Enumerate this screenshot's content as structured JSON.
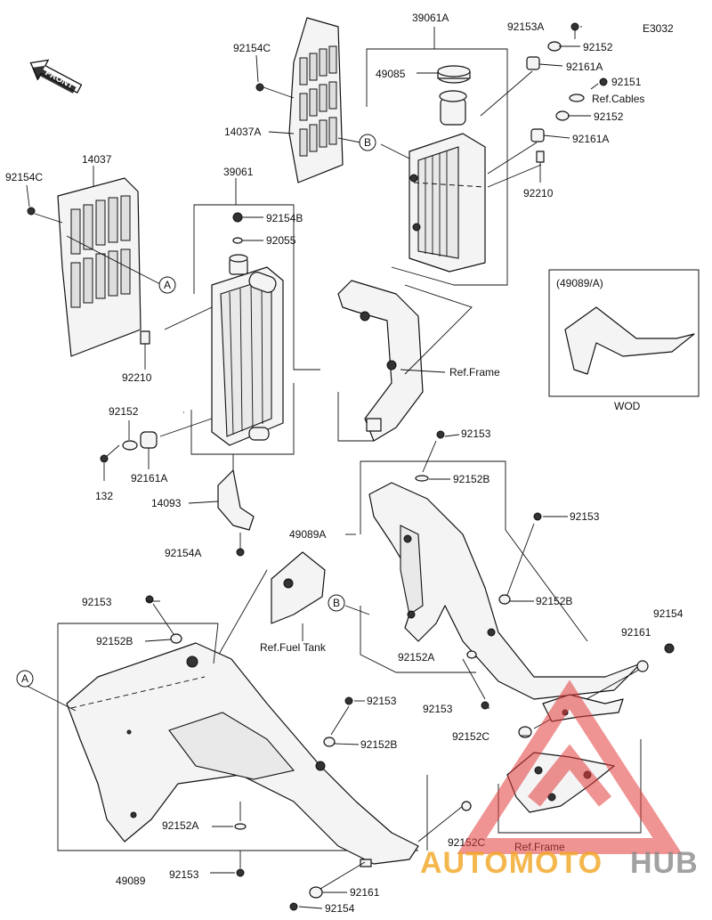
{
  "diagram_code": "E3032",
  "front_label": "FRONT",
  "callouts": {
    "A": "A",
    "B": "B"
  },
  "labels": {
    "p39061A": "39061A",
    "p92153A": "92153A",
    "p92152_top1": "92152",
    "p92154C_top": "92154C",
    "p49085": "49085",
    "p92161A_top1": "92161A",
    "p92151": "92151",
    "ref_cables": "Ref.Cables",
    "p92152_top2": "92152",
    "p14037A": "14037A",
    "p92161A_top2": "92161A",
    "p14037": "14037",
    "p92154C_left": "92154C",
    "p39061": "39061",
    "p92210_right": "92210",
    "p92154B": "92154B",
    "p92055": "92055",
    "inset_title": "(49089/A)",
    "inset_footer": "WOD",
    "ref_frame_1": "Ref.Frame",
    "p92210_left": "92210",
    "p92152_left": "92152",
    "p92153_mid1": "92153",
    "p132": "132",
    "p92161A_left": "92161A",
    "p92152B_mid1": "92152B",
    "p14093": "14093",
    "p92153_mid2": "92153",
    "p49089A": "49089A",
    "p92154A": "92154A",
    "p92152B_mid2": "92152B",
    "p92153_low1": "92153",
    "p92154_right": "92154",
    "p92152B_low1": "92152B",
    "p92161_right": "92161",
    "ref_fuel_tank": "Ref.Fuel Tank",
    "p92152A_mid": "92152A",
    "p92153_low2": "92153",
    "p92153_low3": "92153",
    "p92152C_right": "92152C",
    "p92152B_low2": "92152B",
    "p92152A_low": "92152A",
    "p92152C_low": "92152C",
    "ref_frame_2": "Ref.Frame",
    "p49089": "49089",
    "p92153_bottom": "92153",
    "p92161_bottom": "92161",
    "p92154_bottom": "92154"
  },
  "watermark": {
    "word_part1": "AUTOMOTO",
    "word_part2": "HUB",
    "color_triangle": "#e23b3b",
    "color_text1": "#f2a623",
    "color_text2": "#8a8a8a"
  }
}
